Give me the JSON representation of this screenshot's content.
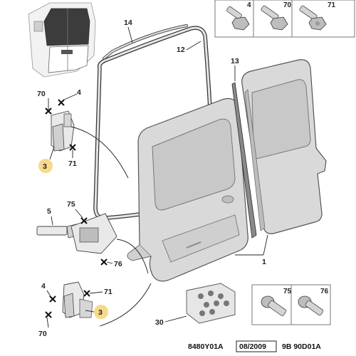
{
  "colors": {
    "callout_highlight": "#f6d98a",
    "door_panel": "#d9d9d9",
    "door_window": "#c8c8c8",
    "line": "#222222"
  },
  "fastener_box_top": {
    "labels": [
      "4",
      "70",
      "71"
    ]
  },
  "fastener_box_bottom": {
    "labels": [
      "75",
      "76"
    ]
  },
  "callouts": {
    "seal_14": "14",
    "seal_12": "12",
    "strip_13": "13",
    "door_1": "1",
    "hinge_upper_70": "70",
    "hinge_upper_4": "4",
    "hinge_upper_3": "3",
    "hinge_upper_71": "71",
    "check_5": "5",
    "check_75": "75",
    "check_76": "76",
    "hinge_lower_4": "4",
    "hinge_lower_71": "71",
    "hinge_lower_3": "3",
    "hinge_lower_70": "70",
    "clips_30": "30"
  },
  "footer": {
    "diagram_code": "8480Y01A",
    "date": "08/2009",
    "reference": "9B 90D01A"
  }
}
